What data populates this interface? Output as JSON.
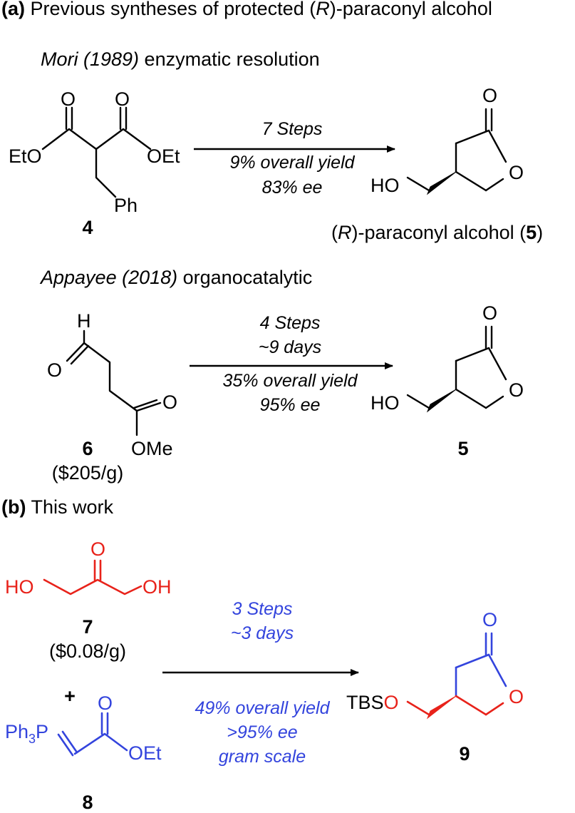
{
  "colors": {
    "ink": "#000000",
    "accent_red": "#e8221a",
    "accent_blue": "#3344dd"
  },
  "section_a": {
    "tag": "(a)",
    "title_pre": " Previous syntheses of protected (",
    "title_r": "R",
    "title_post": ")-paraconyl alcohol",
    "route1": {
      "name_italic": "Mori (1989)",
      "name_rest": " enzymatic resolution",
      "conditions_above": "7 Steps",
      "conditions_below": [
        "9% overall yield",
        "83% ee"
      ],
      "sm_label": "4",
      "product_caption_pre": "(",
      "product_caption_r": "R",
      "product_caption_mid": ")-paraconyl alcohol (",
      "product_caption_num": "5",
      "product_caption_post": ")"
    },
    "route2": {
      "name_italic": "Appayee (2018)",
      "name_rest": " organocatalytic",
      "conditions_above": [
        "4 Steps",
        "~9 days"
      ],
      "conditions_below": [
        "35% overall yield",
        "95% ee"
      ],
      "sm_label": "6",
      "sm_price": "($205/g)",
      "product_label": "5"
    }
  },
  "section_b": {
    "tag": "(b)",
    "title": " This work",
    "conditions_above": [
      "3 Steps",
      "~3 days"
    ],
    "conditions_below": [
      "49% overall yield",
      ">95% ee",
      "gram scale"
    ],
    "sm1_label": "7",
    "sm1_price": "($0.08/g)",
    "plus": "+",
    "sm2_label": "8",
    "product_label": "9"
  },
  "atoms": {
    "O": "O",
    "EtO": "EtO",
    "OEt": "OEt",
    "Ph": "Ph",
    "HO": "HO",
    "OH": "OH",
    "H": "H",
    "OMe": "OMe",
    "TBS": "TBS",
    "Ph3": "Ph",
    "sub3": "3",
    "P": "P"
  }
}
